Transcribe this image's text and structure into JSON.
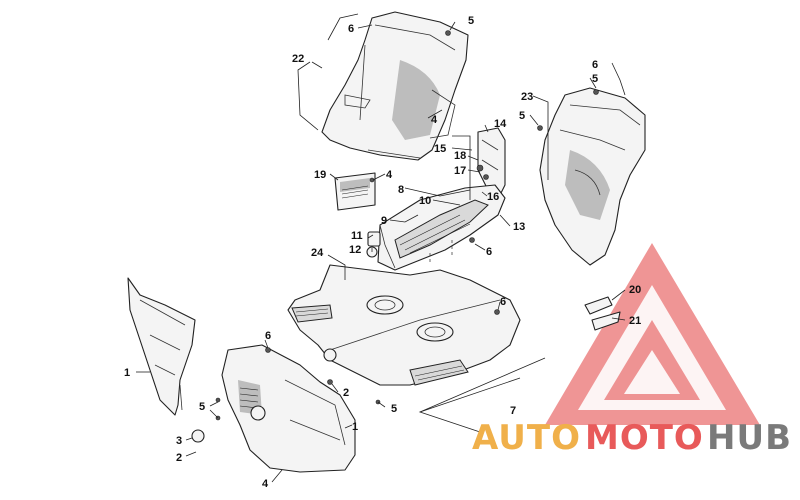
{
  "diagram": {
    "callouts": {
      "c22": "22",
      "c6a": "6",
      "c5a": "5",
      "c4a": "4",
      "c15": "15",
      "c18": "18",
      "c17": "17",
      "c14": "14",
      "c16": "16",
      "c19": "19",
      "c4b": "4",
      "c8": "8",
      "c10": "10",
      "c9": "9",
      "c11": "11",
      "c12": "12",
      "c13": "13",
      "c6b": "6",
      "c23": "23",
      "c5b": "5",
      "c6c": "6",
      "c5c": "5",
      "c24": "24",
      "c6d": "6",
      "c1a": "1",
      "c6e": "6",
      "c5d": "5",
      "c2a": "2",
      "c5e": "5",
      "c1b": "1",
      "c3": "3",
      "c2b": "2",
      "c4c": "4",
      "c7": "7",
      "c20": "20",
      "c21": "21"
    }
  },
  "watermark": {
    "part1": "AUTO",
    "part2": "MOTO",
    "part3": "HUB",
    "colors": {
      "auto": "#f0b04a",
      "moto": "#e85a5a",
      "hub": "#7a7a7a",
      "triangle": "#e86b6b"
    }
  }
}
